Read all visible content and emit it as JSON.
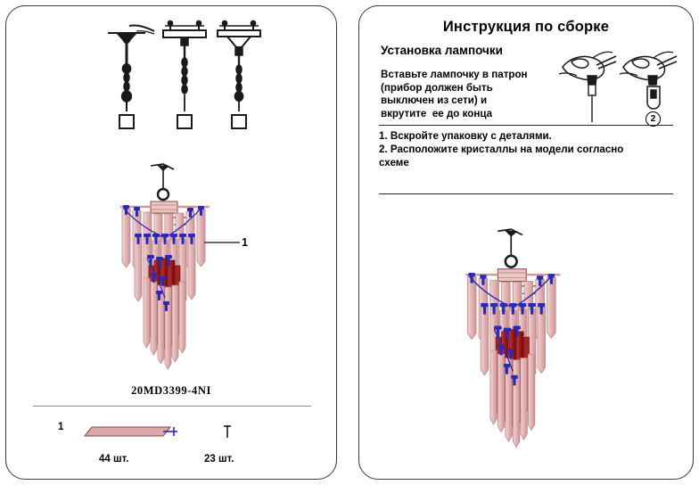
{
  "document": {
    "type": "assembly-instruction-sheet",
    "model_number": "20MD3399-4NI"
  },
  "left_panel": {
    "name": "parts-and-model-diagram",
    "model_label": "20MD3399-4NI",
    "callout_label": "1",
    "mounting_options": [
      {
        "id": "option-1",
        "checkbox": ""
      },
      {
        "id": "option-2",
        "checkbox": ""
      },
      {
        "id": "option-3",
        "checkbox": ""
      }
    ],
    "legend": {
      "item_number": "1",
      "rod_quantity": "44 шт.",
      "clip_quantity": "23 шт."
    }
  },
  "right_panel": {
    "title": "Инструкция по сборке",
    "subtitle": "Установка лампочки",
    "instruction_lines": [
      "Вставьте лампочку в патрон",
      "(прибор должен быть",
      "выключен из сети) и",
      "вкрутите  ее до конца"
    ],
    "steps": [
      "1. Вскройте упаковку с деталями.",
      "2. Расположите кристаллы на модели согласно",
      "схеме"
    ],
    "figure_marker": "2"
  },
  "colors": {
    "outline": "#3a3a3a",
    "crystal_pink": "#dba0a0",
    "crystal_pink_light": "#f0cfcf",
    "crystal_red": "#b02020",
    "crystal_red_dark": "#7d1212",
    "clip_blue": "#2a2ab4",
    "frame_pink": "#e7b9b9",
    "metal_gray": "#9a9a9a",
    "text": "#000000"
  }
}
